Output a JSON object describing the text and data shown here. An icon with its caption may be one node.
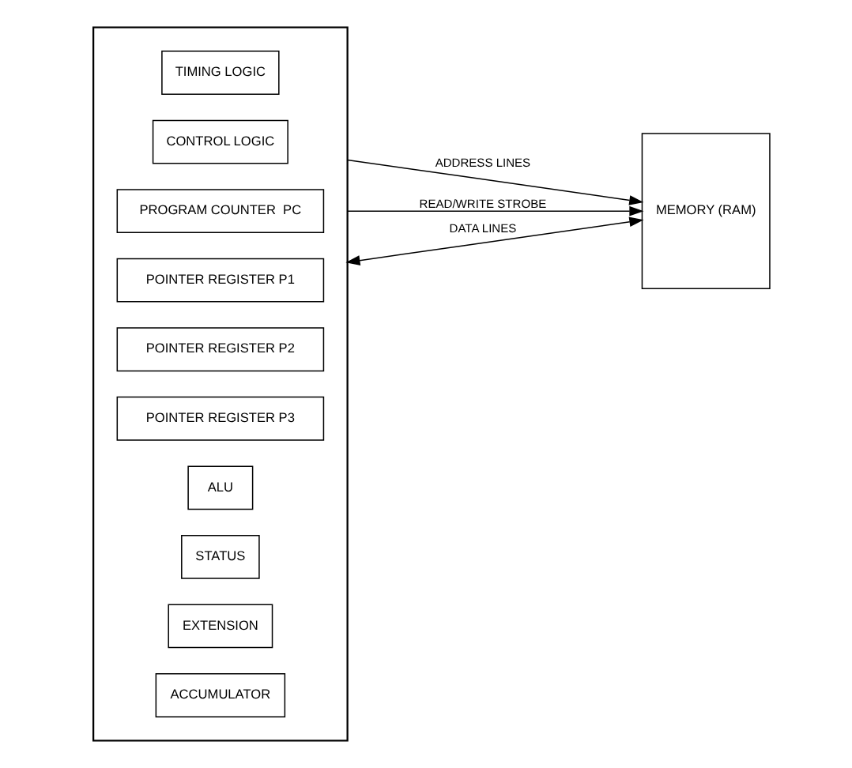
{
  "diagram": {
    "nodes": [
      {
        "text": [],
        "shape": "box"
      },
      {
        "text": [
          "TIMING LOGIC"
        ],
        "in": 0
      },
      {
        "text": [
          "CONTROL LOGIC"
        ],
        "in": 0
      },
      {
        "text": [
          "PROGRAM COUNTER  PC"
        ],
        "in": 0
      },
      {
        "text": [
          "POINTER REGISTER P1"
        ],
        "in": 0
      },
      {
        "text": [
          "POINTER REGISTER P2"
        ],
        "in": 0
      },
      {
        "text": [
          "POINTER REGISTER P3"
        ],
        "in": 0
      },
      {
        "text": [
          "ALU"
        ],
        "in": 0
      },
      {
        "text": [
          "STATUS"
        ],
        "in": 0
      },
      {
        "text": [
          "EXTENSION"
        ],
        "in": 0
      },
      {
        "text": [
          "ACCUMULATOR"
        ],
        "in": 0
      },
      {
        "text": [
          "MEMORY (RAM)"
        ]
      }
    ],
    "edges": [
      {
        "from": 0,
        "to": 11,
        "arrow": "to",
        "label": "ADDRESS LINES"
      },
      {
        "from": 0,
        "to": 11,
        "arrow": "to",
        "label": "READ/WRITE STROBE"
      },
      {
        "from": 0,
        "to": 11,
        "arrow": "both",
        "label": "DATA LINES"
      }
    ]
  }
}
